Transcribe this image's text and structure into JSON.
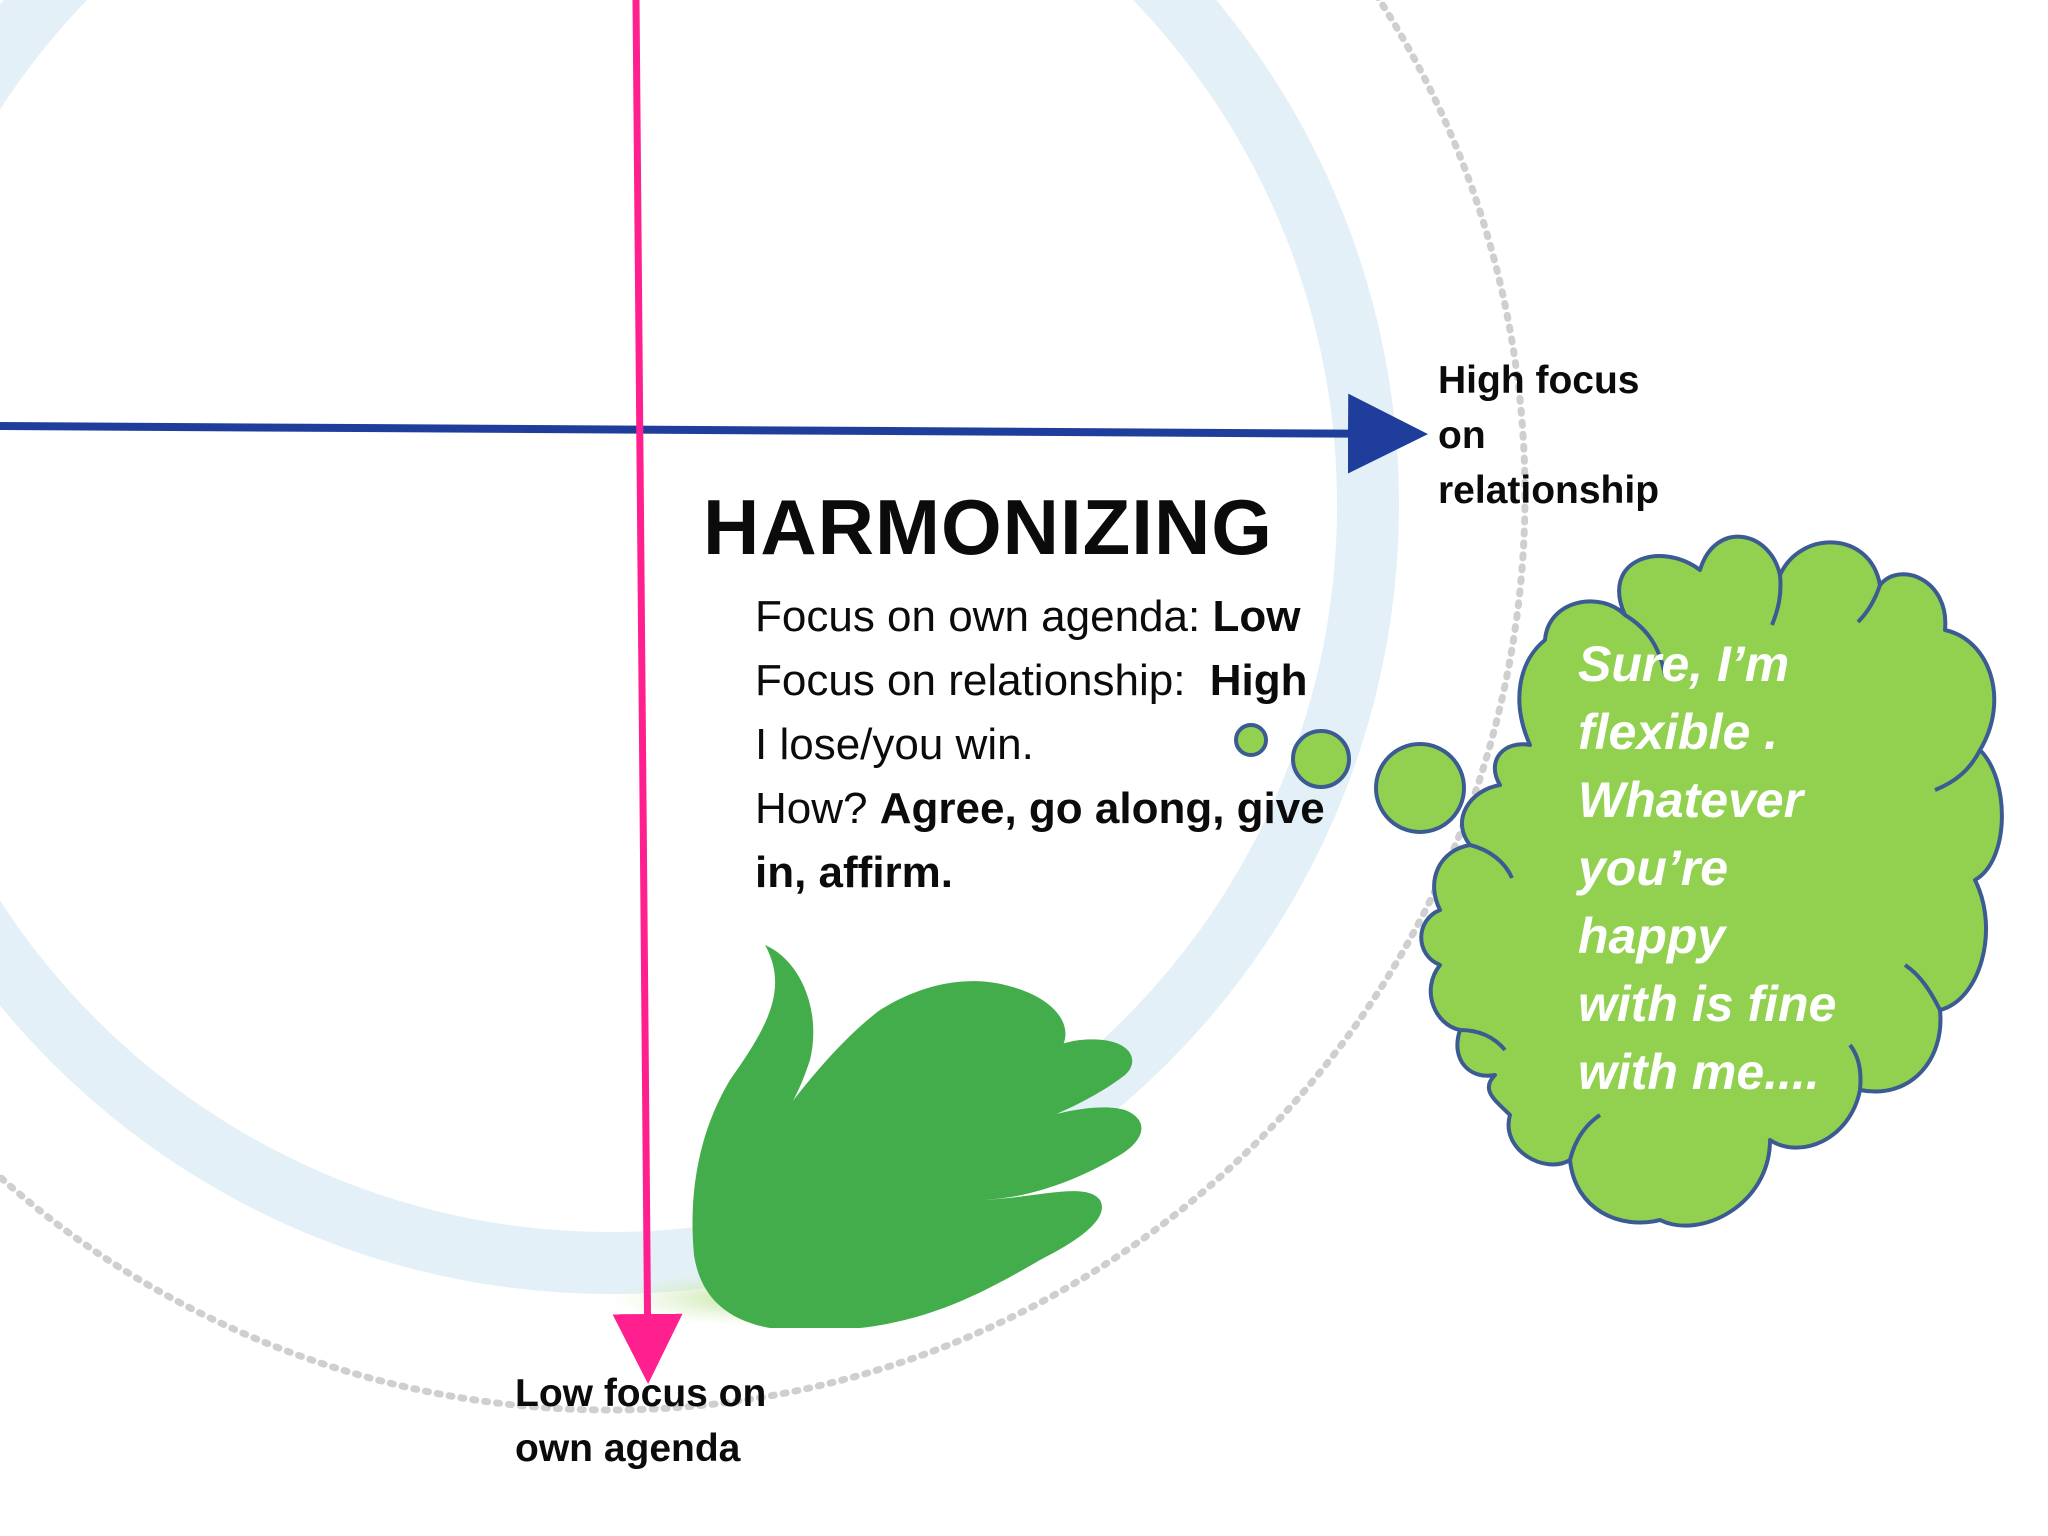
{
  "title": "HARMONIZING",
  "axes": {
    "horizontal_label": [
      "High focus",
      "on",
      "relationship"
    ],
    "vertical_label": [
      "Low focus on",
      "own agenda"
    ]
  },
  "details": {
    "agenda_label": "Focus on own agenda:",
    "agenda_value": "Low",
    "relationship_label": "Focus on relationship:",
    "relationship_value": "High",
    "outcome": "I lose/you win.",
    "how_label": "How?",
    "how_value": "Agree, go along, give in, affirm."
  },
  "thought_bubble": {
    "lines": [
      "Sure, I’m",
      "flexible .",
      "Whatever",
      "you’re",
      "happy",
      "with is fine",
      "with me...."
    ]
  },
  "colors": {
    "horizontal_axis": "#1f3e9c",
    "vertical_axis": "#ff1f8e",
    "ring": "#e4f0f7",
    "dotted_ring": "#cfcfcf",
    "hand": "#43ad4b",
    "bubble_fill": "#92d050",
    "bubble_outline": "#3b5b92"
  },
  "icons": {
    "hand": "hand-icon",
    "bubble": "thought-bubble"
  }
}
